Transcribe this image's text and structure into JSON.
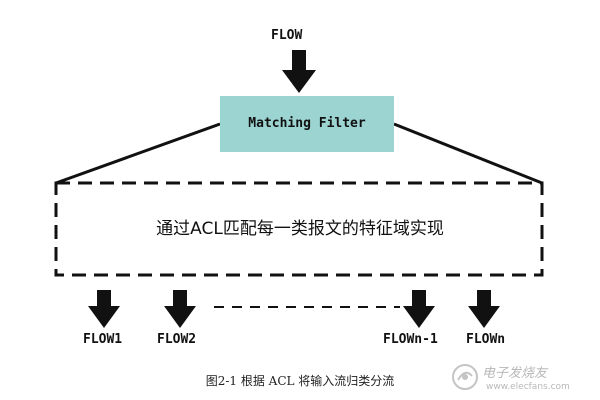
{
  "flow_in": "FLOW",
  "filter_label": "Matching Filter",
  "description": "通过ACL匹配每一类报文的特征域实现",
  "flows_out": [
    "FLOW1",
    "FLOW2",
    "FLOWn-1",
    "FLOWn"
  ],
  "caption": "图2-1   根据 ACL 将输入流归类分流",
  "watermark": {
    "text": "电子发烧友",
    "url": "www.elecfans.com"
  },
  "colors": {
    "filter_fill": "#9cd4d2",
    "ink": "#111111"
  }
}
